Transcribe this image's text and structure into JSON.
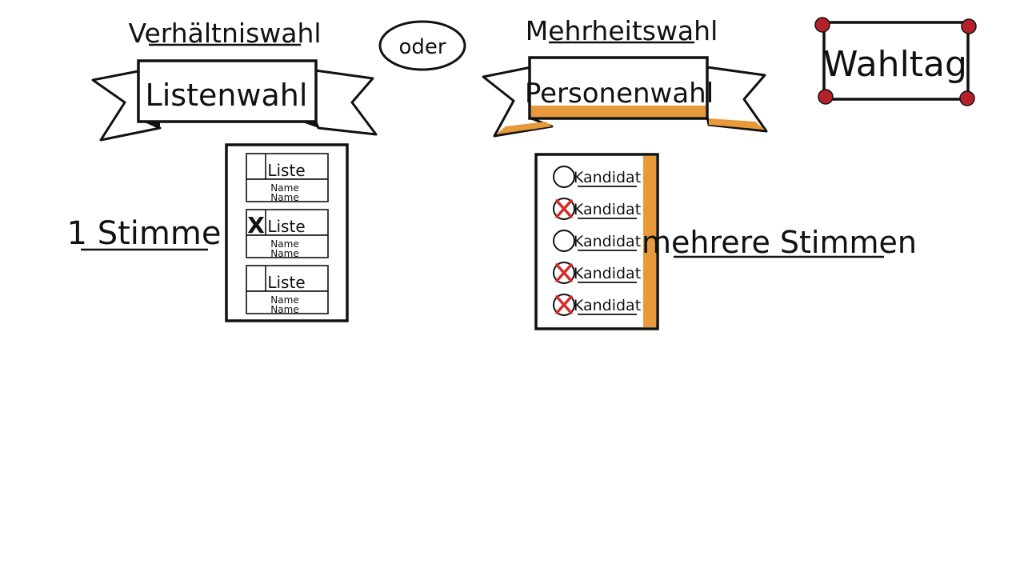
{
  "left": {
    "heading": "Verhältniswahl",
    "banner": "Listenwahl",
    "votes_label": "1 Stimme",
    "ballot": [
      {
        "list": "Liste",
        "names": [
          "Name",
          "Name"
        ],
        "checked": false
      },
      {
        "list": "Liste",
        "names": [
          "Name",
          "Name"
        ],
        "checked": true,
        "mark": "X"
      },
      {
        "list": "Liste",
        "names": [
          "Name",
          "Name"
        ],
        "checked": false
      }
    ]
  },
  "center": {
    "connector": "oder"
  },
  "right": {
    "heading": "Mehrheitswahl",
    "banner": "Personenwahl",
    "votes_label": "mehrere Stimmen",
    "ballot": [
      {
        "label": "Kandidat",
        "checked": false
      },
      {
        "label": "Kandidat",
        "checked": true
      },
      {
        "label": "Kandidat",
        "checked": false
      },
      {
        "label": "Kandidat",
        "checked": true
      },
      {
        "label": "Kandidat",
        "checked": true
      }
    ]
  },
  "sign": {
    "title": "Wahltag"
  },
  "colors": {
    "accent_orange": "#E8993A",
    "pin_red": "#B5202A",
    "check_red": "#D42B2B",
    "ink": "#111111"
  }
}
